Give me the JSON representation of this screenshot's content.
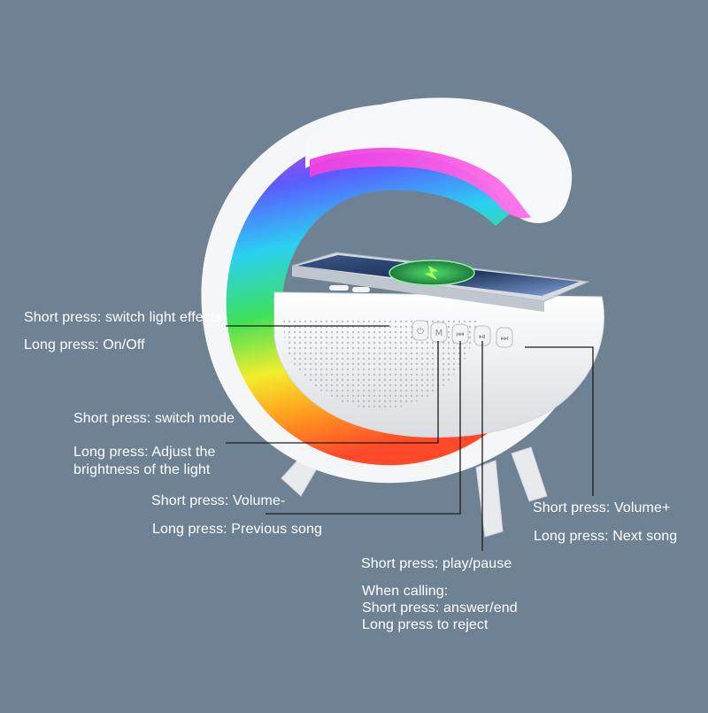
{
  "colors": {
    "background": "#6f8293",
    "device_white": "#f4f5f6",
    "ring_gradient": [
      "#e83cd8",
      "#4c62ff",
      "#2ad1f0",
      "#3ae05e",
      "#f4ef2a",
      "#ff9a1e",
      "#ff4a2a"
    ],
    "charge_pad": "#39c65c"
  },
  "device": {
    "buttons": [
      {
        "icon": "power-icon",
        "glyph": "⏻"
      },
      {
        "icon": "mode-m-icon",
        "glyph": "M"
      },
      {
        "icon": "volume-down-icon",
        "glyph": "⏮"
      },
      {
        "icon": "play-pause-icon",
        "glyph": "⏯"
      },
      {
        "icon": "volume-up-icon",
        "glyph": "⏭"
      }
    ]
  },
  "annotations": {
    "light": {
      "short": "Short press: switch light effects",
      "long": "Long press: On/Off"
    },
    "mode": {
      "short": "Short press: switch mode",
      "long": "Long press: Adjust the brightness of the light"
    },
    "volume_down": {
      "short": "Short press: Volume-",
      "long": "Long press: Previous song"
    },
    "play": {
      "short": "Short press: play/pause",
      "calling_title": "When calling:",
      "calling_short": "Short press: answer/end",
      "calling_long": "Long press to reject"
    },
    "volume_up": {
      "short": "Short press: Volume+",
      "long": "Long press: Next song"
    }
  }
}
